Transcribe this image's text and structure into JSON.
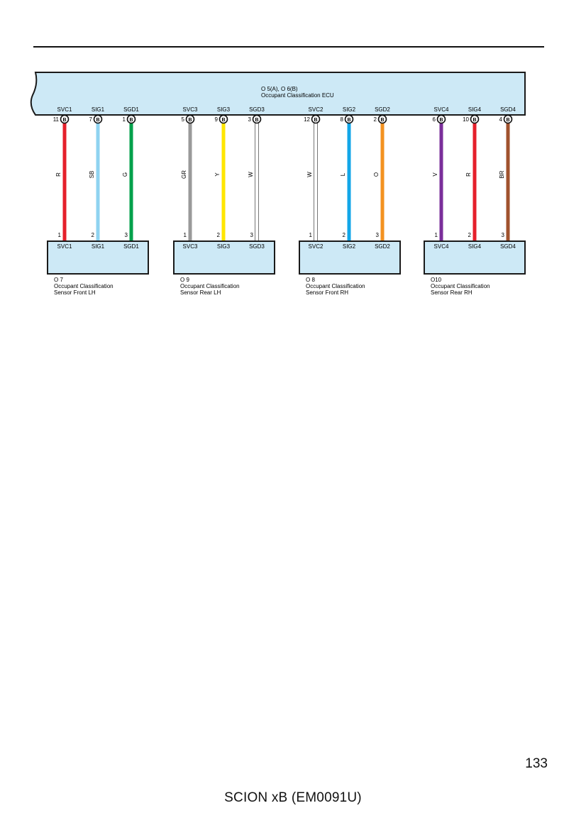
{
  "ecu": {
    "code": "O 5(A), O 6(B)",
    "name": "Occupant Classification ECU"
  },
  "ground_mark": "B",
  "circuits": [
    {
      "ecu_pin": "11",
      "ecu_terminal": "SVC1",
      "wire_code": "R",
      "wire_color": "#e5202b",
      "is_white": false,
      "sensor_index": 0,
      "sensor_pin": "1",
      "sensor_terminal": "SVC1"
    },
    {
      "ecu_pin": "7",
      "ecu_terminal": "SIG1",
      "wire_code": "SB",
      "wire_color": "#8fd3f0",
      "is_white": false,
      "sensor_index": 0,
      "sensor_pin": "2",
      "sensor_terminal": "SIG1"
    },
    {
      "ecu_pin": "1",
      "ecu_terminal": "SGD1",
      "wire_code": "G",
      "wire_color": "#00a14b",
      "is_white": false,
      "sensor_index": 0,
      "sensor_pin": "3",
      "sensor_terminal": "SGD1"
    },
    {
      "ecu_pin": "5",
      "ecu_terminal": "SVC3",
      "wire_code": "GR",
      "wire_color": "#9a9a9a",
      "is_white": false,
      "sensor_index": 1,
      "sensor_pin": "1",
      "sensor_terminal": "SVC3"
    },
    {
      "ecu_pin": "9",
      "ecu_terminal": "SIG3",
      "wire_code": "Y",
      "wire_color": "#ffe600",
      "is_white": false,
      "sensor_index": 1,
      "sensor_pin": "2",
      "sensor_terminal": "SIG3"
    },
    {
      "ecu_pin": "3",
      "ecu_terminal": "SGD3",
      "wire_code": "W",
      "wire_color": "#ffffff",
      "is_white": true,
      "sensor_index": 1,
      "sensor_pin": "3",
      "sensor_terminal": "SGD3"
    },
    {
      "ecu_pin": "12",
      "ecu_terminal": "SVC2",
      "wire_code": "W",
      "wire_color": "#ffffff",
      "is_white": true,
      "sensor_index": 2,
      "sensor_pin": "1",
      "sensor_terminal": "SVC2"
    },
    {
      "ecu_pin": "8",
      "ecu_terminal": "SIG2",
      "wire_code": "L",
      "wire_color": "#12a6e8",
      "is_white": false,
      "sensor_index": 2,
      "sensor_pin": "2",
      "sensor_terminal": "SIG2"
    },
    {
      "ecu_pin": "2",
      "ecu_terminal": "SGD2",
      "wire_code": "O",
      "wire_color": "#f39220",
      "is_white": false,
      "sensor_index": 2,
      "sensor_pin": "3",
      "sensor_terminal": "SGD2"
    },
    {
      "ecu_pin": "6",
      "ecu_terminal": "SVC4",
      "wire_code": "V",
      "wire_color": "#7a2e9a",
      "is_white": false,
      "sensor_index": 3,
      "sensor_pin": "1",
      "sensor_terminal": "SVC4"
    },
    {
      "ecu_pin": "10",
      "ecu_terminal": "SIG4",
      "wire_code": "R",
      "wire_color": "#e5202b",
      "is_white": false,
      "sensor_index": 3,
      "sensor_pin": "2",
      "sensor_terminal": "SIG4"
    },
    {
      "ecu_pin": "4",
      "ecu_terminal": "SGD4",
      "wire_code": "BR",
      "wire_color": "#a0522d",
      "is_white": false,
      "sensor_index": 3,
      "sensor_pin": "3",
      "sensor_terminal": "SGD4"
    }
  ],
  "sensors": [
    {
      "code": "O 7",
      "name_line1": "Occupant Classification",
      "name_line2": "Sensor Front LH"
    },
    {
      "code": "O 9",
      "name_line1": "Occupant Classification",
      "name_line2": "Sensor Rear LH"
    },
    {
      "code": "O 8",
      "name_line1": "Occupant Classification",
      "name_line2": "Sensor Front RH"
    },
    {
      "code": "O10",
      "name_line1": "Occupant Classification",
      "name_line2": "Sensor Rear RH"
    }
  ],
  "colors": {
    "box_fill": "#cde9f6",
    "box_stroke": "#1a1a1a"
  },
  "footer": {
    "page_number": "133",
    "document": "SCION xB (EM0091U)"
  }
}
